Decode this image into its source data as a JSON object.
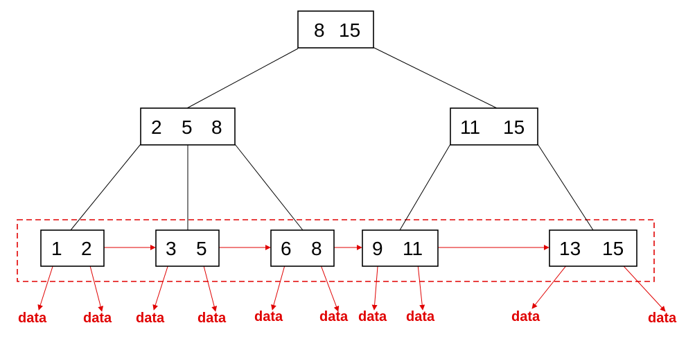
{
  "colors": {
    "node_border": "#000000",
    "edge": "#000000",
    "leaf_link": "#e00000",
    "data": "#e00000"
  },
  "root": {
    "keys": [
      "8",
      "15"
    ]
  },
  "internal": [
    {
      "keys": [
        "2",
        "5",
        "8"
      ]
    },
    {
      "keys": [
        "11",
        "15"
      ]
    }
  ],
  "leaves": [
    {
      "keys": [
        "1",
        "2"
      ]
    },
    {
      "keys": [
        "3",
        "5"
      ]
    },
    {
      "keys": [
        "6",
        "8"
      ]
    },
    {
      "keys": [
        "9",
        "11"
      ]
    },
    {
      "keys": [
        "13",
        "15"
      ]
    }
  ],
  "data_label": "data"
}
